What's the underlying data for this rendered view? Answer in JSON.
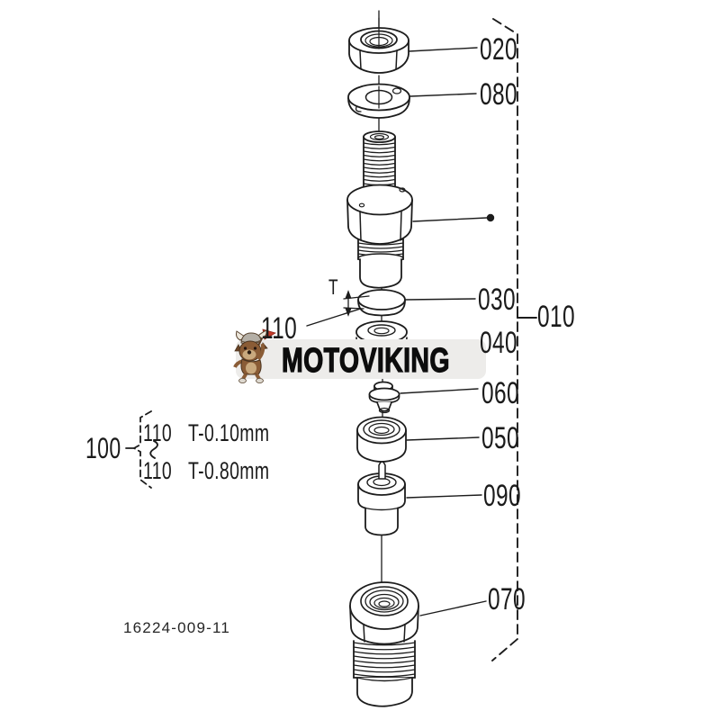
{
  "colors": {
    "line": "#1c1c1c",
    "watermark_band": "#edecea",
    "mascot_flag_red": "#c43a2a"
  },
  "watermark": {
    "text": "MOTOVIKING"
  },
  "figure_number": "16224-009-11",
  "callouts": {
    "cap_nut": "020",
    "washer": "080",
    "adjusting_shim": "030",
    "assembly": "010",
    "spring": "040",
    "push_rod": "060",
    "distance_piece": "050",
    "nozzle_piece": "090",
    "retaining_nut": "070",
    "shim": "110"
  },
  "dimension_label": "T",
  "shim_table": {
    "kit_label": "100",
    "rows": [
      {
        "ref": "110",
        "thickness": "T-0.10mm"
      },
      {
        "ref": "110",
        "thickness": "T-0.80mm"
      }
    ]
  }
}
